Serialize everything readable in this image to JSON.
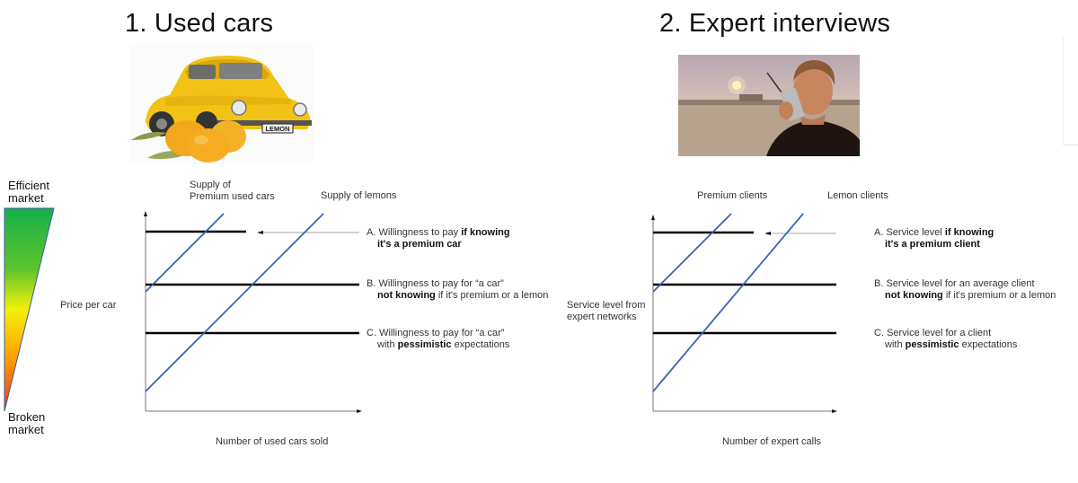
{
  "scale": {
    "top_label": [
      "Efficient",
      "market"
    ],
    "bottom_label": [
      "Broken",
      "market"
    ],
    "gradient_colors": [
      "#16b04a",
      "#f5f00a",
      "#ff6b00",
      "#f0321e"
    ]
  },
  "panels": [
    {
      "title": "1. Used cars",
      "image_icon": "yellow-beetle-lemon-car-image",
      "y_axis_label": "Price per car",
      "x_axis_label": "Number of used cars sold",
      "supply_labels": [
        "Supply of",
        "Premium used cars"
      ],
      "lemon_label": "Supply of lemons",
      "annotations": [
        {
          "letter": "A.",
          "pre": "Willingness to pay ",
          "bold": "if knowing",
          "line2_bold": "it's a premium car",
          "line2_rest": ""
        },
        {
          "letter": "B.",
          "pre": "Willingness to pay for “a car”",
          "bold": "",
          "line2_bold": "not knowing",
          "line2_rest": " if it's premium or a lemon"
        },
        {
          "letter": "C.",
          "pre": "Willingness to pay for “a car”",
          "bold": "",
          "line2_bold": "",
          "line2_pre": "with ",
          "line2_bold2": "pessimistic",
          "line2_rest": " expectations"
        }
      ]
    },
    {
      "title": "2. Expert interviews",
      "image_icon": "man-with-brick-phone-beach-image",
      "y_axis_label": [
        "Service level from",
        "expert networks"
      ],
      "x_axis_label": "Number of expert calls",
      "supply_labels": [
        "Premium clients"
      ],
      "lemon_label": "Lemon clients",
      "annotations": [
        {
          "letter": "A.",
          "pre": "Service level ",
          "bold": "if knowing",
          "line2_bold": "it's a premium client",
          "line2_rest": ""
        },
        {
          "letter": "B.",
          "pre": "Service level for an average client",
          "bold": "",
          "line2_bold": "not knowing",
          "line2_rest": " if it's premium or a lemon"
        },
        {
          "letter": "C.",
          "pre": "Service level for a client",
          "bold": "",
          "line2_pre": "with ",
          "line2_bold2": "pessimistic",
          "line2_rest": " expectations"
        }
      ]
    }
  ],
  "chart_data": [
    {
      "type": "line",
      "title": "1. Used cars",
      "xlabel": "Number of used cars sold",
      "ylabel": "Price per car",
      "series": [
        {
          "name": "Supply of Premium used cars",
          "kind": "upward-sloping",
          "color": "#3a63b8",
          "start": [
            0,
            0.6
          ],
          "end": [
            0.36,
            1.0
          ]
        },
        {
          "name": "Supply of lemons",
          "kind": "upward-sloping",
          "color": "#3a63b8",
          "start": [
            0,
            0.1
          ],
          "end": [
            0.83,
            1.0
          ]
        },
        {
          "name": "A. Willingness to pay if knowing it's a premium car",
          "kind": "horizontal",
          "color": "#000000",
          "y": 0.9,
          "x_end": 0.47
        },
        {
          "name": "B. Willingness to pay for \"a car\" not knowing if it's premium or a lemon",
          "kind": "horizontal",
          "color": "#000000",
          "y": 0.64,
          "x_end": 1.0
        },
        {
          "name": "C. Willingness to pay for \"a car\" with pessimistic expectations",
          "kind": "horizontal",
          "color": "#000000",
          "y": 0.4,
          "x_end": 1.0
        }
      ],
      "grid": false
    },
    {
      "type": "line",
      "title": "2. Expert interviews",
      "xlabel": "Number of expert calls",
      "ylabel": "Service level from expert networks",
      "series": [
        {
          "name": "Premium clients",
          "kind": "upward-sloping",
          "color": "#3a63b8",
          "start": [
            0,
            0.6
          ],
          "end": [
            0.43,
            1.0
          ]
        },
        {
          "name": "Lemon clients",
          "kind": "upward-sloping",
          "color": "#3a63b8",
          "start": [
            0,
            0.1
          ],
          "end": [
            0.82,
            1.0
          ]
        },
        {
          "name": "A. Service level if knowing it's a premium client",
          "kind": "horizontal",
          "color": "#000000",
          "y": 0.9,
          "x_end": 0.55
        },
        {
          "name": "B. Service level for an average client not knowing if it's premium or a lemon",
          "kind": "horizontal",
          "color": "#000000",
          "y": 0.64,
          "x_end": 1.0
        },
        {
          "name": "C. Service level for a client with pessimistic expectations",
          "kind": "horizontal",
          "color": "#000000",
          "y": 0.4,
          "x_end": 1.0
        }
      ],
      "grid": false
    }
  ]
}
